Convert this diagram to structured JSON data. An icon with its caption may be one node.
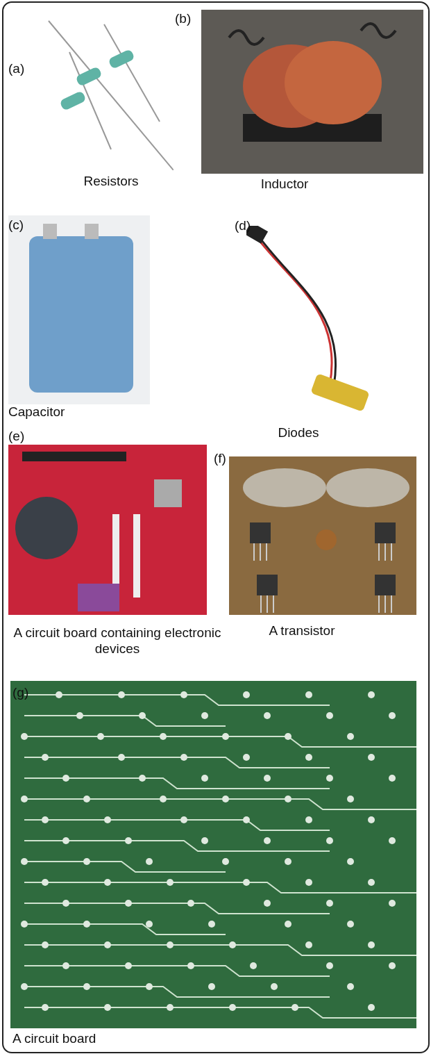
{
  "diagram": {
    "labels": [
      "(a)",
      "(b)",
      "Resistors",
      "Inductor",
      "(c)",
      "(d)",
      "Capacitor",
      "Diodes",
      "(e)",
      "(f)",
      "A circuit board containing electronic devices",
      "A transistor",
      "(g)",
      "A circuit board"
    ]
  }
}
